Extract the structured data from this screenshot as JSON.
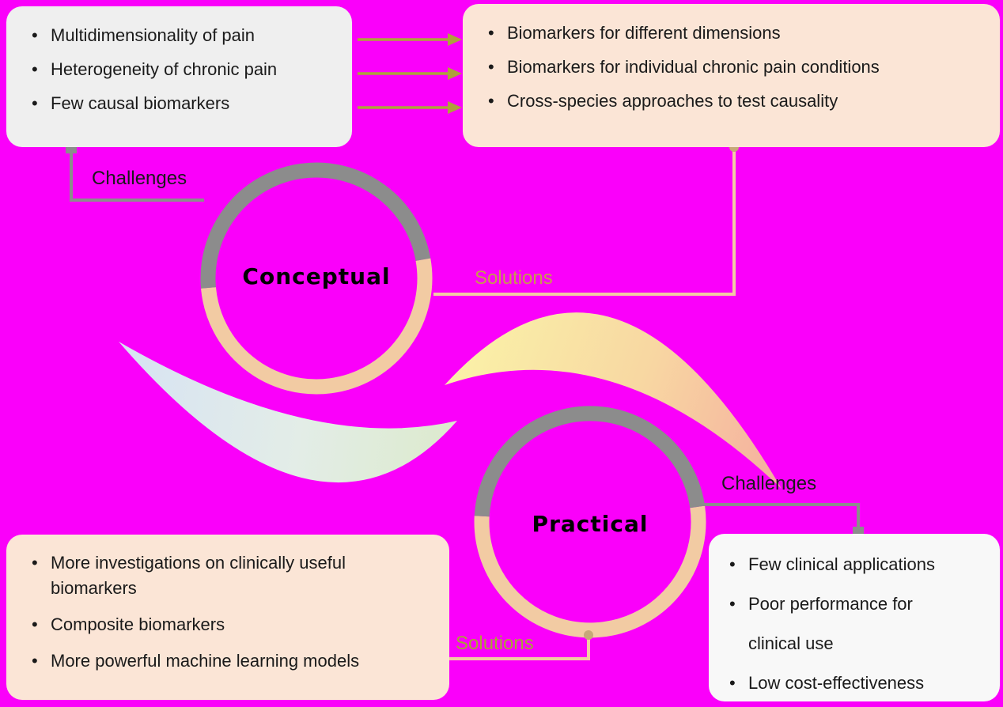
{
  "colors": {
    "bg": "#FA00FA",
    "box-gray": "#EFEFEF",
    "box-peach": "#FBE5D6",
    "box-white": "#F8F8F8",
    "ring-gray": "#8C8C8C",
    "ring-peach": "#F2CBA3",
    "arrow-olive": "#AEA13B",
    "connector-gray": "#8C8C8C",
    "connector-peach": "#F2CBA3",
    "dot-tan": "#C7A878",
    "text-dark": "#1A1A1A",
    "solutions-top": "#C7994E",
    "solutions-bottom": "#A9A138",
    "swoosh-blue": "#D7E3F3",
    "swoosh-pale": "#E3EDE7",
    "swoosh-green": "#DCEACD",
    "swoosh-yellow": "#FAF3A8",
    "swoosh-peach-mid": "#F8D7A2",
    "swoosh-pink": "#F4AF9E"
  },
  "conceptual": {
    "label": "Conceptual",
    "challenges": {
      "label": "Challenges",
      "items": [
        "Multidimensionality of pain",
        "Heterogeneity of chronic pain",
        "Few causal biomarkers"
      ]
    },
    "solutions": {
      "label": "Solutions",
      "items": [
        "Biomarkers for different dimensions",
        "Biomarkers for individual chronic pain conditions",
        "Cross-species approaches to test causality"
      ]
    }
  },
  "practical": {
    "label": "Practical",
    "challenges": {
      "label": "Challenges",
      "items": [
        "Few clinical applications",
        "Poor performance for clinical use",
        "Low cost-effectiveness"
      ]
    },
    "solutions": {
      "label": "Solutions",
      "items": [
        "More investigations on clinically useful biomarkers",
        "Composite biomarkers",
        "More powerful machine learning models"
      ]
    }
  }
}
